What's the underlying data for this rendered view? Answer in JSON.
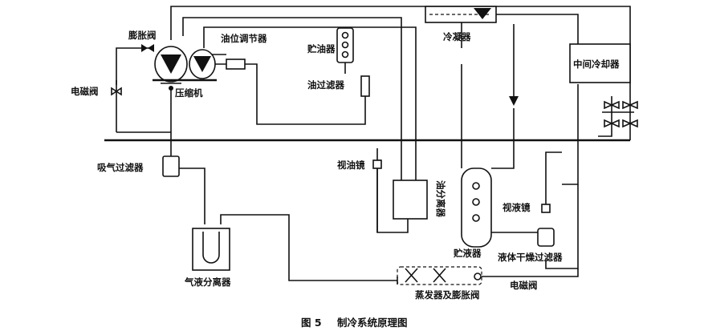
{
  "labels": {
    "expansion_valve": "膨胀阀",
    "solenoid_valve_left": "电磁阀",
    "compressor": "压缩机",
    "oil_level_regulator": "油位调节器",
    "oil_reservoir": "贮油器",
    "oil_filter": "油过滤器",
    "condenser": "冷凝器",
    "intercooler": "中间冷却器",
    "suction_filter": "吸气过滤器",
    "sight_glass_oil": "视油镜",
    "oil_separator": "油分离器",
    "liquid_receiver": "贮液器",
    "sight_glass_liquid": "视液镜",
    "liquid_dryer_filter": "液体干燥过滤器",
    "gas_liquid_separator": "气液分离器",
    "evaporator_expansion": "蒸发器及膨胀阀",
    "solenoid_valve_bottom": "电磁阀"
  },
  "caption": {
    "figure_number": "图 5",
    "title": "制冷系统原理图"
  }
}
